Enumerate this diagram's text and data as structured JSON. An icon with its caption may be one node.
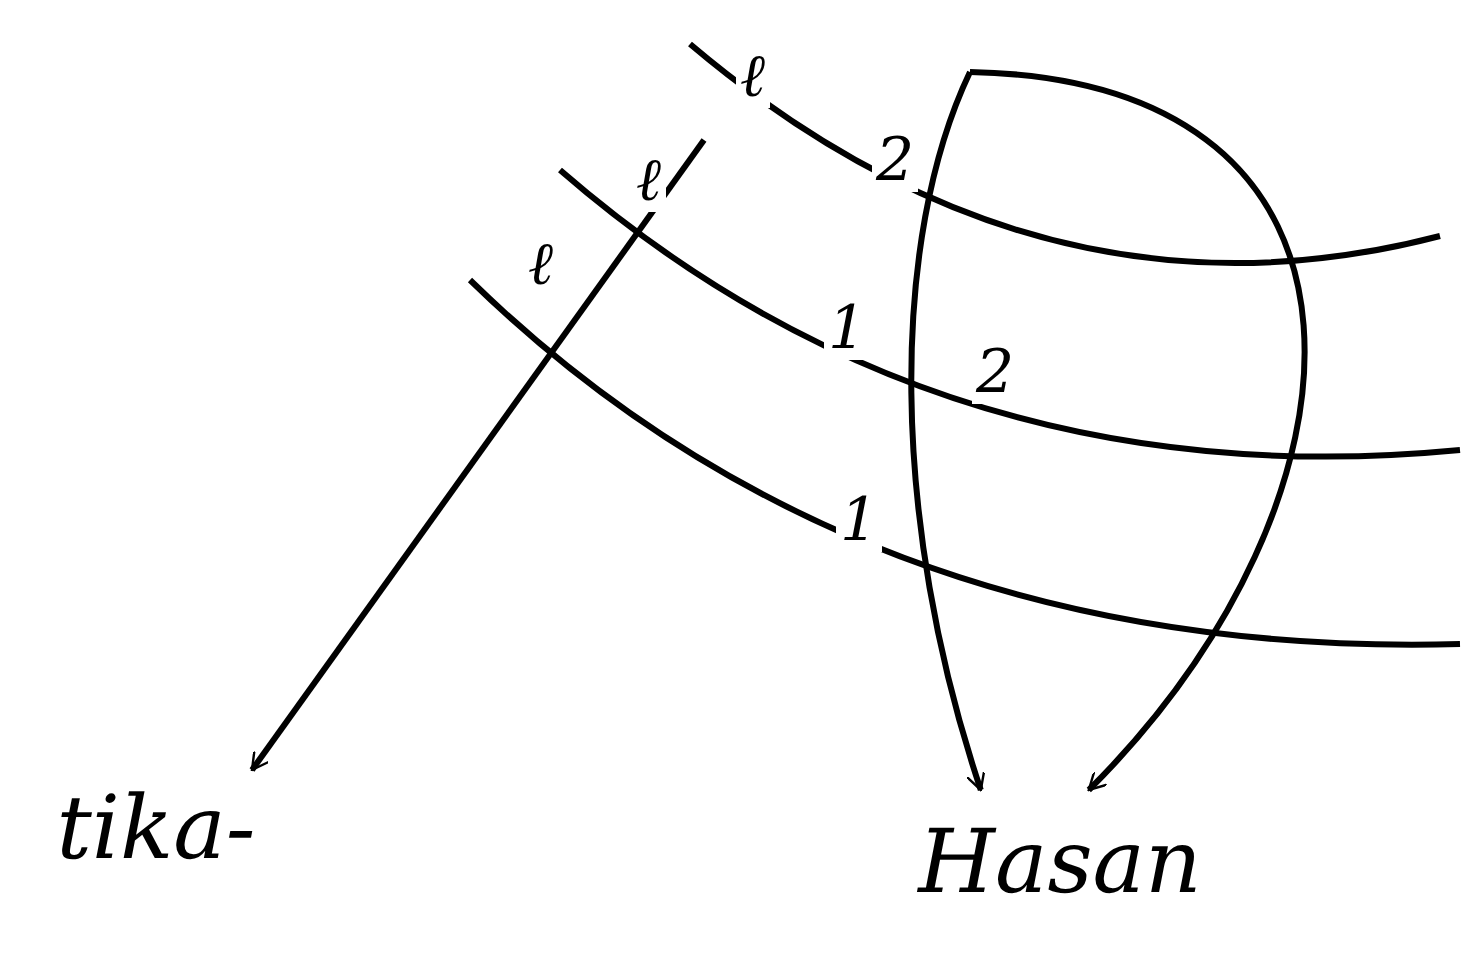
{
  "diagram": {
    "nodes": [
      {
        "text": [
          "tika-"
        ]
      },
      {
        "text": [
          "Hasan"
        ]
      }
    ],
    "edges": [
      {
        "from": null,
        "to": 0,
        "arrow": "to"
      },
      {
        "from": null,
        "to": 1,
        "arrow": "to"
      },
      {
        "from": null,
        "to": 1,
        "arrow": "to"
      }
    ],
    "labels": [
      "ℓ",
      "ℓ",
      "ℓ",
      "2",
      "1",
      "2",
      "1"
    ]
  }
}
